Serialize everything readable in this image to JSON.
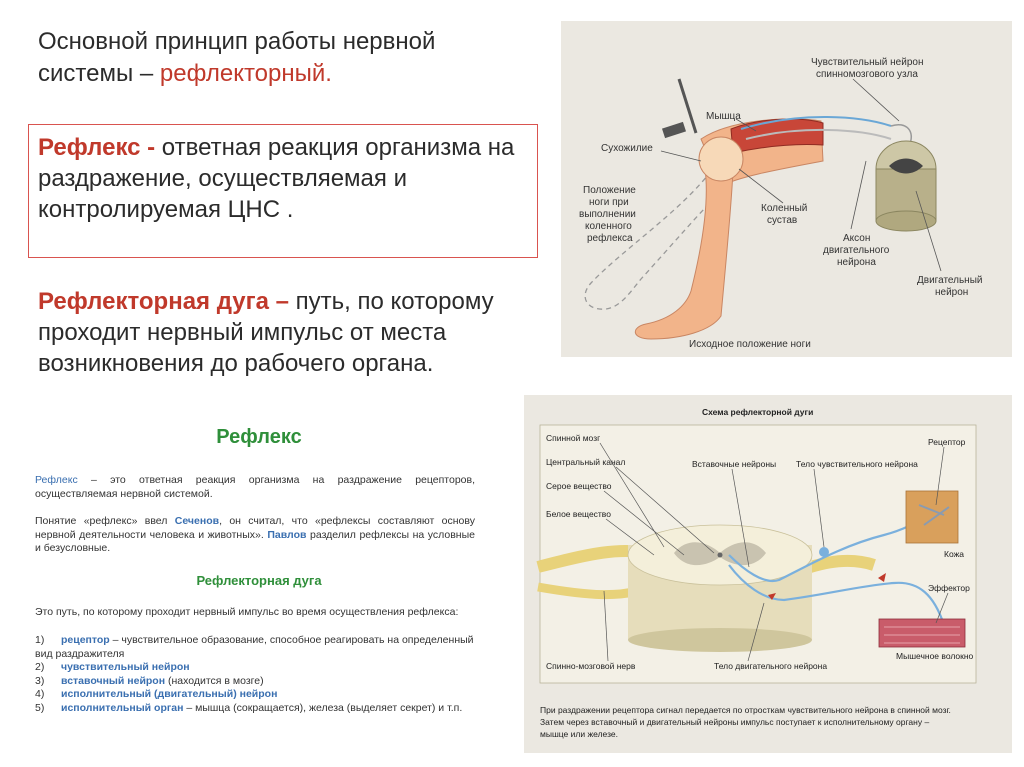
{
  "slide": {
    "heading_line1": "Основной принцип работы нервной",
    "heading_line2_prefix": "системы – ",
    "heading_line2_accent": "рефлекторный.",
    "reflex_term": "Рефлекс -",
    "reflex_def": " ответная реакция организма на раздражение, осуществляемая и контролируемая ЦНС .",
    "arc_term": "Рефлекторная дуга –",
    "arc_def": " путь, по которому проходит нервный импульс от места возникновения до рабочего органа."
  },
  "knee_diagram": {
    "labels": {
      "sensory_neuron_1": "Чувствительный нейрон",
      "sensory_neuron_2": "спинномозгового узла",
      "muscle": "Мышца",
      "tendon": "Сухожилие",
      "leg_pos_1": "Положение",
      "leg_pos_2": "ноги при",
      "leg_pos_3": "выполнении",
      "leg_pos_4": "коленного",
      "leg_pos_5": "рефлекса",
      "knee_joint_1": "Коленный",
      "knee_joint_2": "сустав",
      "axon_1": "Аксон",
      "axon_2": "двигательного",
      "axon_3": "нейрона",
      "motor_1": "Двигательный",
      "motor_2": "нейрон",
      "initial_pos": "Исходное положение ноги"
    }
  },
  "textbook": {
    "title": "Рефлекс",
    "p1_term": "Рефлекс",
    "p1_text": " – это ответная реакция организма на раздражение рецепторов, осуществляемая нервной системой.",
    "p2_a": "Понятие «рефлекс» ввел ",
    "p2_name1": "Сеченов",
    "p2_b": ", он считал, что «рефлексы составляют основу нервной деятельности человека и животных». ",
    "p2_name2": "Павлов",
    "p2_c": " разделил рефлексы на условные и безусловные.",
    "subtitle": "Рефлекторная дуга",
    "p3": "Это путь, по которому проходит нервный импульс во время осуществления рефлекса:",
    "items": [
      {
        "num": "1)",
        "term": "рецептор",
        "text": " – чувствительное образование, способное реагировать на определенный вид раздражителя"
      },
      {
        "num": "2)",
        "term": "чувствительный нейрон",
        "text": ""
      },
      {
        "num": "3)",
        "term": "вставочный нейрон",
        "text": " (находится в мозге)"
      },
      {
        "num": "4)",
        "term": "исполнительный (двигательный) нейрон",
        "text": ""
      },
      {
        "num": "5)",
        "term": "исполнительный орган",
        "text": " – мышца (сокращается), железа (выделяет секрет) и т.п."
      }
    ]
  },
  "scheme_diagram": {
    "title": "Схема рефлекторной дуги",
    "labels": {
      "spinal_cord": "Спинной мозг",
      "central_canal": "Центральный канал",
      "gray_matter": "Серое вещество",
      "white_matter": "Белое вещество",
      "interneurons": "Вставочные нейроны",
      "sensory_body": "Тело чувствительного нейрона",
      "receptor": "Рецептор",
      "skin": "Кожа",
      "effector": "Эффектор",
      "muscle_fiber": "Мышечное волокно",
      "spinal_nerve": "Спинно-мозговой нерв",
      "motor_body": "Тело двигательного нейрона"
    },
    "caption_1": "При раздражении рецептора сигнал передается по отросткам чувствительного нейрона в спинной мозг.",
    "caption_2": "Затем через вставочный и двигательный нейроны импульс поступает к исполнительному органу –",
    "caption_3": "мышце или железе."
  }
}
